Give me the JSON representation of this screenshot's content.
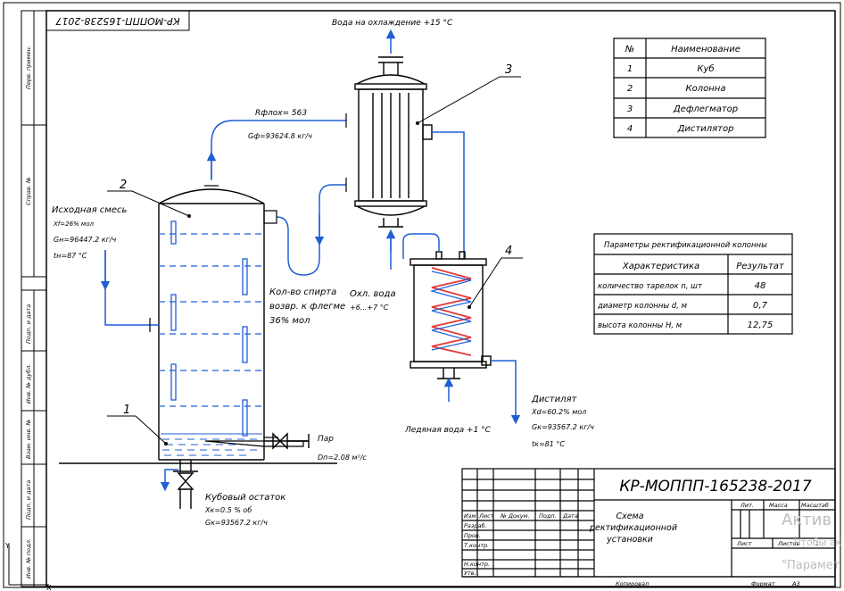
{
  "stamp_code_rotated": "КР-МОППП-165238-2017",
  "side_labels": {
    "perv_primen": "Перв. примен.",
    "sprav_no": "Справ. №",
    "podp_data_1": "Подп. и дата",
    "inv_dubl": "Инв. № дубл.",
    "vzam_inv": "Взам. инв. №",
    "podp_data_2": "Подп. и дата",
    "inv_podl": "Инв. № подл."
  },
  "process": {
    "cooling_water": "Вода на охлаждение +15 °С",
    "reflux_flow": "Rфлох= 563",
    "phlegm_flow": "Gф=93624.8 кг/ч",
    "feed_title": "Исходная смесь",
    "feed_conc": "Xf=26% мол",
    "feed_flow": "Gн=96447.2 кг/ч",
    "feed_temp": "tн=87 °С",
    "alcohol_note_1": "Кол-во спирта",
    "alcohol_note_2": "возвр. к флегме",
    "alcohol_note_3": "36% мол",
    "cool_water_title": "Охл. вода",
    "cool_water_temp": "+6...+7 °С",
    "ice_water": "Ледяная вода +1 °С",
    "distillate_title": "Дистилят",
    "distillate_conc": "Xd=60.2% мол",
    "distillate_flow": "Gк=93567.2 кг/ч",
    "distillate_temp": "tк=81 °С",
    "steam_title": "Пар",
    "steam_flow": "Dп=2.08 м²/с",
    "bottoms_title": "Кубовый остаток",
    "bottoms_conc": "Xк=0.5 % об",
    "bottoms_flow": "Gк=93567.2 кг/ч"
  },
  "callouts": [
    "1",
    "2",
    "3",
    "4"
  ],
  "legend_table": {
    "headers": [
      "№",
      "Наименование"
    ],
    "rows": [
      [
        "1",
        "Куб"
      ],
      [
        "2",
        "Колонна"
      ],
      [
        "3",
        "Дефлегматор"
      ],
      [
        "4",
        "Дистилятор"
      ]
    ]
  },
  "params_table": {
    "title": "Параметры ректификационной колонны",
    "headers": [
      "Характеристика",
      "Результат"
    ],
    "rows": [
      [
        "количество тарелок n, шт",
        "48"
      ],
      [
        "диаметр колонны d, м",
        "0,7"
      ],
      [
        "высота колонны H, м",
        "12,75"
      ]
    ]
  },
  "title_block": {
    "code": "КР-МОППП-165238-2017",
    "name_1": "Схема",
    "name_2": "ректификационной",
    "name_3": "установки",
    "col_izm": "Изм",
    "col_list": "Лист",
    "col_doc": "№ Докум.",
    "col_podp": "Подп.",
    "col_data": "Дата",
    "razrab": "Разраб.",
    "prov": "Пров.",
    "tkontr": "Т.контр.",
    "nkontr": "Н.контр.",
    "utv": "Утв.",
    "lit": "Лит.",
    "massa": "Масса",
    "masshtab": "Масштаб",
    "list": "Лист",
    "listov": "Листов",
    "listov_val": "1",
    "copied": "Копировал",
    "format": "Формат",
    "format_val": "А3"
  },
  "watermark": {
    "line1": "Актив",
    "line2": "Чтобы ак",
    "line3": "\"Парамет"
  }
}
